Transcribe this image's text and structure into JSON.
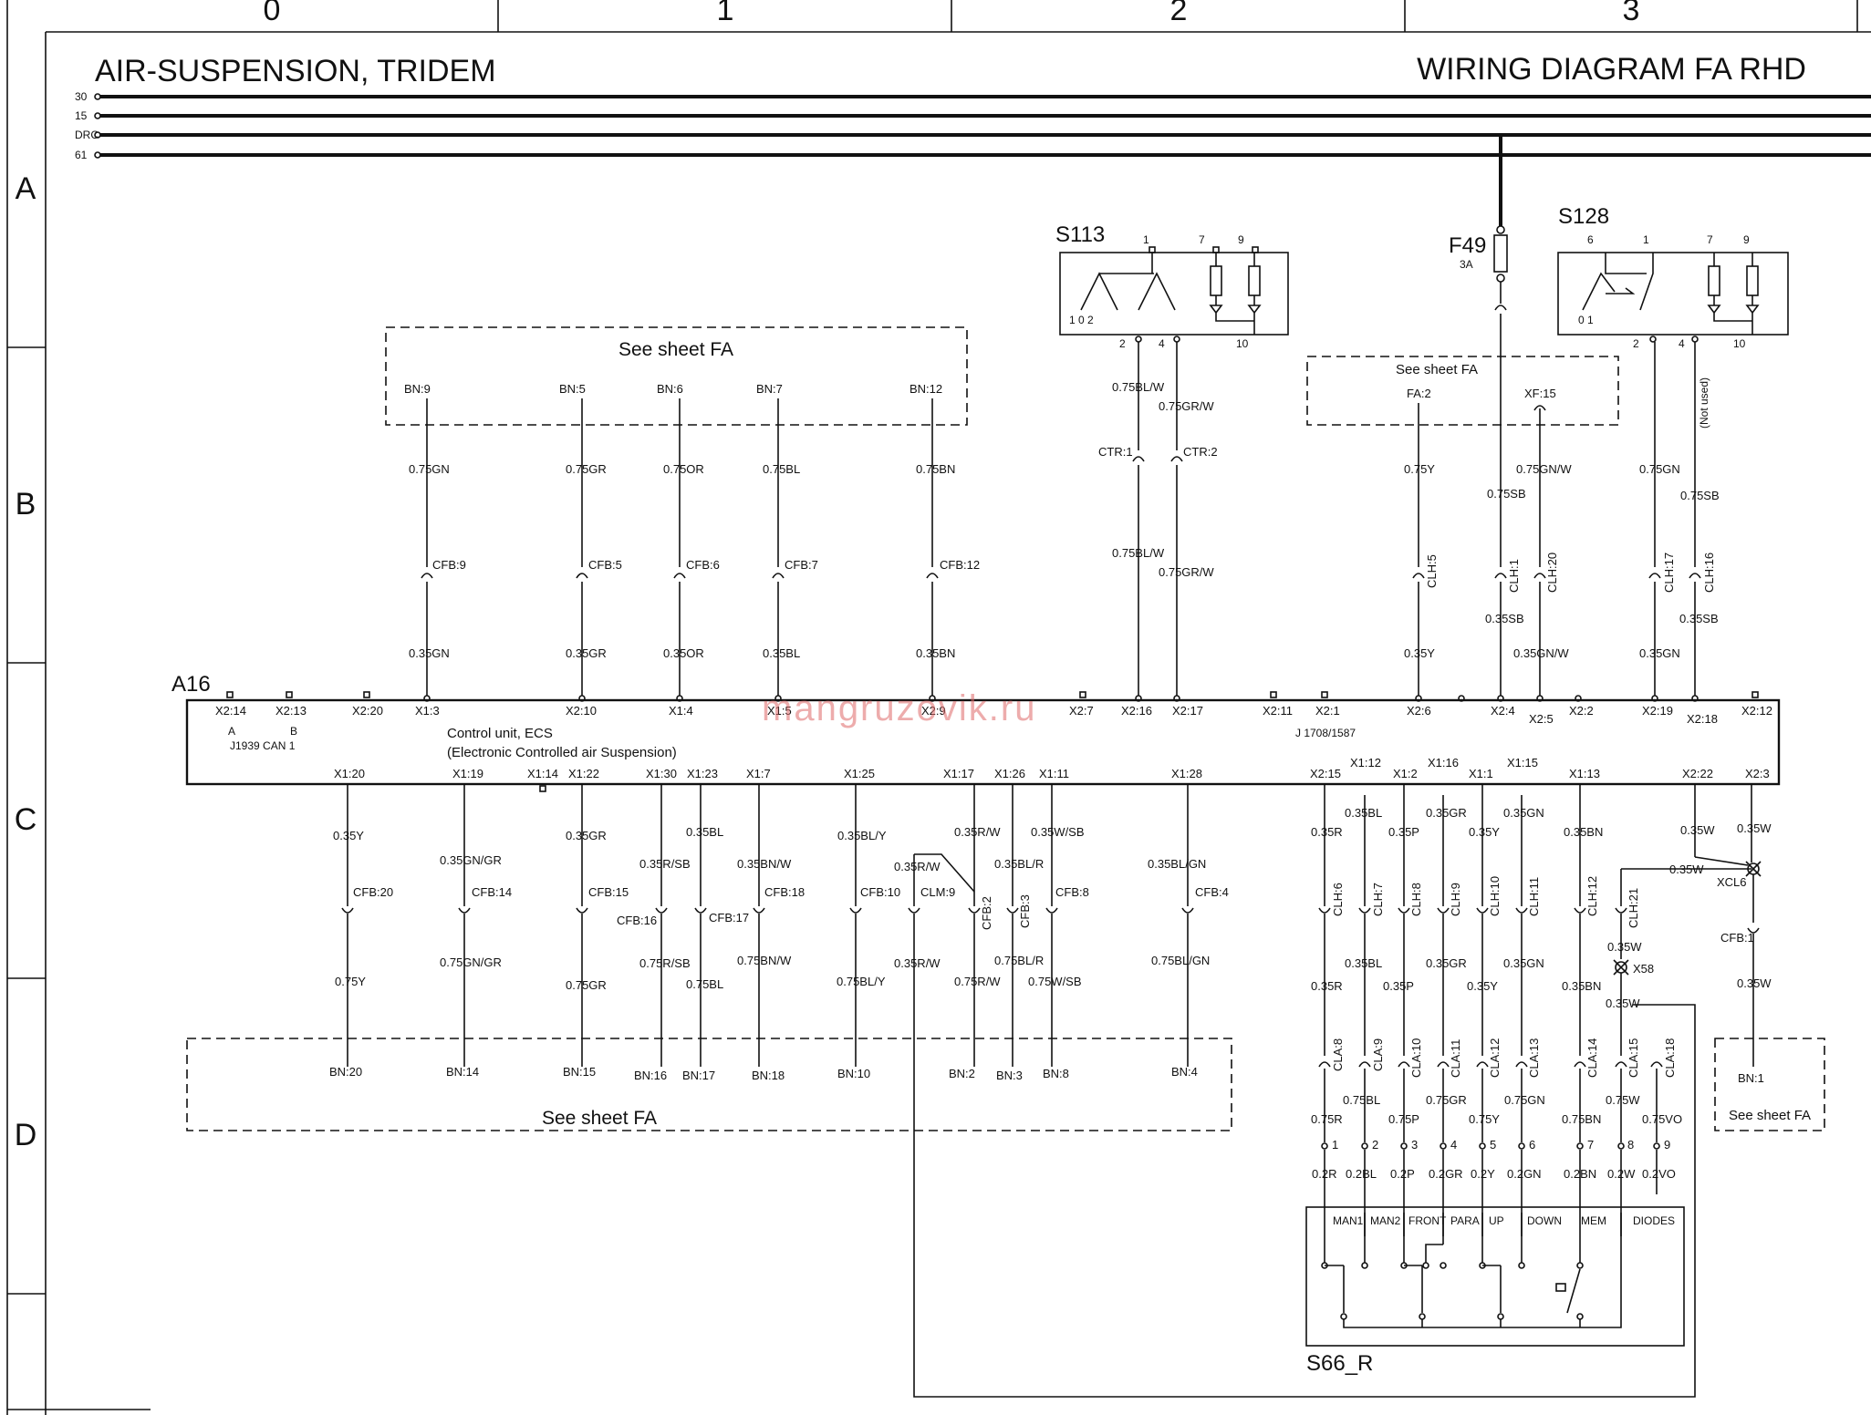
{
  "sheet": {
    "title": "AIR-SUSPENSION, TRIDEM",
    "doc_title": "WIRING DIAGRAM FA RHD",
    "columns": [
      "0",
      "1",
      "2",
      "3"
    ],
    "rows": [
      "A",
      "B",
      "C",
      "D"
    ],
    "bus_labels": [
      "30",
      "15",
      "DRC",
      "61"
    ],
    "watermark": "mangruzovik.ru"
  },
  "s113": {
    "name": "S113",
    "pins_top": [
      "1",
      "7",
      "9"
    ],
    "pins_bottom": [
      "2",
      "4",
      "10"
    ],
    "switch_positions": "1 0 2"
  },
  "f49": {
    "name": "F49",
    "rating": "3A"
  },
  "s128": {
    "name": "S128",
    "pins_top": [
      "6",
      "1",
      "7",
      "9"
    ],
    "pins_bottom": [
      "2",
      "4",
      "10"
    ],
    "switch_positions": "0  1",
    "not_used": "(Not used)"
  },
  "see_sheet_label": "See sheet FA",
  "top_left_group": {
    "wires": [
      {
        "conn": "BN:9",
        "upper": "0.75GN",
        "splice": "CFB:9",
        "lower": "0.35GN",
        "pin": "X1:3"
      },
      {
        "conn": "BN:5",
        "upper": "0.75GR",
        "splice": "CFB:5",
        "lower": "0.35GR",
        "pin": "X2:10"
      },
      {
        "conn": "BN:6",
        "upper": "0.75OR",
        "splice": "CFB:6",
        "lower": "0.35OR",
        "pin": "X1:4"
      },
      {
        "conn": "BN:7",
        "upper": "0.75BL",
        "splice": "CFB:7",
        "lower": "0.35BL",
        "pin": "X1:5"
      },
      {
        "conn": "BN:12",
        "upper": "0.75BN",
        "splice": "CFB:12",
        "lower": "0.35BN",
        "pin": "X2:9"
      }
    ]
  },
  "s113_wires": {
    "w1_upper": "0.75BL/W",
    "w2_upper": "0.75GR/W",
    "ctr1": "CTR:1",
    "ctr2": "CTR:2",
    "w1_lower": "0.75BL/W",
    "w2_lower": "0.75GR/W",
    "pin1": "X2:16",
    "pin2": "X2:17"
  },
  "top_right_group": {
    "fa2": "FA:2",
    "xf15": "XF:15",
    "w1_upper": "0.75Y",
    "w1_splice": "CLH:5",
    "w1_lower": "0.35Y",
    "w1_pin": "X2:6",
    "w2_upper": "0.75SB",
    "w2_splice": "CLH:1",
    "w2_lower": "0.35SB",
    "w2_pin": "X2:4",
    "w3_upper": "0.75GN/W",
    "w3_splice": "CLH:20",
    "w3_lower": "0.35GN/W",
    "w3_pin": "X2:5",
    "w4_upper": "0.75GN",
    "w4_splice": "CLH:17",
    "w4_lower": "0.35GN",
    "w4_pin": "X2:19",
    "w5_upper": "0.75SB",
    "w5_splice": "CLH:16",
    "w5_lower": "0.35SB",
    "w5_pin": "X2:18"
  },
  "a16": {
    "name": "A16",
    "line1": "Control unit, ECS",
    "line2": "(Electronic Controlled air Suspension)",
    "j1939": "J1939 CAN 1",
    "can_a": "A",
    "can_b": "B",
    "j1708": "J 1708/1587",
    "top_pins": [
      "X2:14",
      "X2:13",
      "X2:20",
      "X2:7",
      "X2:11",
      "X2:1",
      "X2:2",
      "X2:12"
    ],
    "bottom_pins": [
      "X1:20",
      "X1:19",
      "X1:14",
      "X1:22",
      "X1:30",
      "X1:23",
      "X1:7",
      "X1:25",
      "X1:17",
      "X1:26",
      "X1:11",
      "X1:28",
      "X2:15",
      "X1:12",
      "X1:2",
      "X1:16",
      "X1:1",
      "X1:15",
      "X1:13",
      "X2:22",
      "X2:3"
    ]
  },
  "bottom_left_wires": [
    {
      "upper": "0.35Y",
      "splice": "CFB:20",
      "lower": "0.75Y",
      "conn": "BN:20"
    },
    {
      "upper": "0.35GN/GR",
      "splice": "CFB:14",
      "lower": "0.75GN/GR",
      "conn": "BN:14"
    },
    {
      "upper": "0.35GR",
      "splice": "CFB:15",
      "lower": "0.75GR",
      "conn": "BN:15"
    },
    {
      "upper": "0.35R/SB",
      "splice": "CFB:16",
      "lower": "0.75R/SB",
      "conn": "BN:16"
    },
    {
      "upper": "0.35BL",
      "splice": "CFB:17",
      "lower": "0.75BL",
      "conn": "BN:17"
    },
    {
      "upper": "0.35BN/W",
      "splice": "CFB:18",
      "lower": "0.75BN/W",
      "conn": "BN:18"
    },
    {
      "upper": "0.35BL/Y",
      "splice": "CFB:10",
      "lower": "0.75BL/Y",
      "conn": "BN:10"
    },
    {
      "upper": "0.35R/W",
      "splice": "CFB:2",
      "lower": "0.75R/W",
      "conn": "BN:2"
    },
    {
      "upper": "0.35BL/R",
      "splice": "CFB:3",
      "lower": "0.75BL/R",
      "conn": "BN:3"
    },
    {
      "upper": "0.35W/SB",
      "splice": "CFB:8",
      "lower": "0.75W/SB",
      "conn": "BN:8"
    },
    {
      "upper": "0.35BL/GN",
      "splice": "CFB:4",
      "lower": "0.75BL/GN",
      "conn": "BN:4"
    }
  ],
  "clm9": {
    "upper": "0.35R/W",
    "splice": "CLM:9",
    "lower": "0.35R/W"
  },
  "right_wires": [
    {
      "w1": "0.35R",
      "clh": "CLH:6",
      "w2": "0.35R",
      "cla": "CLA:8",
      "w3": "0.75R",
      "pin": "1",
      "w4": "0.2R"
    },
    {
      "w1": "0.35BL",
      "clh": "CLH:7",
      "w2": "0.35BL",
      "cla": "CLA:9",
      "w3": "0.75BL",
      "pin": "2",
      "w4": "0.2BL"
    },
    {
      "w1": "0.35P",
      "clh": "CLH:8",
      "w2": "0.35P",
      "cla": "CLA:10",
      "w3": "0.75P",
      "pin": "3",
      "w4": "0.2P"
    },
    {
      "w1": "0.35GR",
      "clh": "CLH:9",
      "w2": "0.35GR",
      "cla": "CLA:11",
      "w3": "0.75GR",
      "pin": "4",
      "w4": "0.2GR"
    },
    {
      "w1": "0.35Y",
      "clh": "CLH:10",
      "w2": "0.35Y",
      "cla": "CLA:12",
      "w3": "0.75Y",
      "pin": "5",
      "w4": "0.2Y"
    },
    {
      "w1": "0.35GN",
      "clh": "CLH:11",
      "w2": "0.35GN",
      "cla": "CLA:13",
      "w3": "0.75GN",
      "pin": "6",
      "w4": "0.2GN"
    },
    {
      "w1": "0.35BN",
      "clh": "CLH:12",
      "w2": "0.35BN",
      "cla": "CLA:14",
      "w3": "0.75BN",
      "pin": "7",
      "w4": "0.2BN"
    },
    {
      "w1": "0.35W",
      "clh": "CLH:21",
      "w2": "0.35W",
      "cla": "CLA:15",
      "w3": "0.75W",
      "pin": "8",
      "w4": "0.2W"
    },
    {
      "w1": "",
      "clh": "",
      "w2": "",
      "cla": "CLA:18",
      "w3": "0.75VO",
      "pin": "9",
      "w4": "0.2VO"
    }
  ],
  "xcl6": {
    "name": "XCL6",
    "w_top": "0.35W",
    "w_in": "0.35W",
    "splice": "CFB:1",
    "w_out": "0.35W",
    "conn": "BN:1"
  },
  "x58": {
    "name": "X58",
    "w_in": "0.35W",
    "w_out": "0.35W"
  },
  "s66": {
    "name": "S66_R",
    "cols": [
      "MAN1",
      "MAN2",
      "FRONT",
      "PARA",
      "UP",
      "DOWN",
      "MEM",
      "DIODES"
    ]
  }
}
